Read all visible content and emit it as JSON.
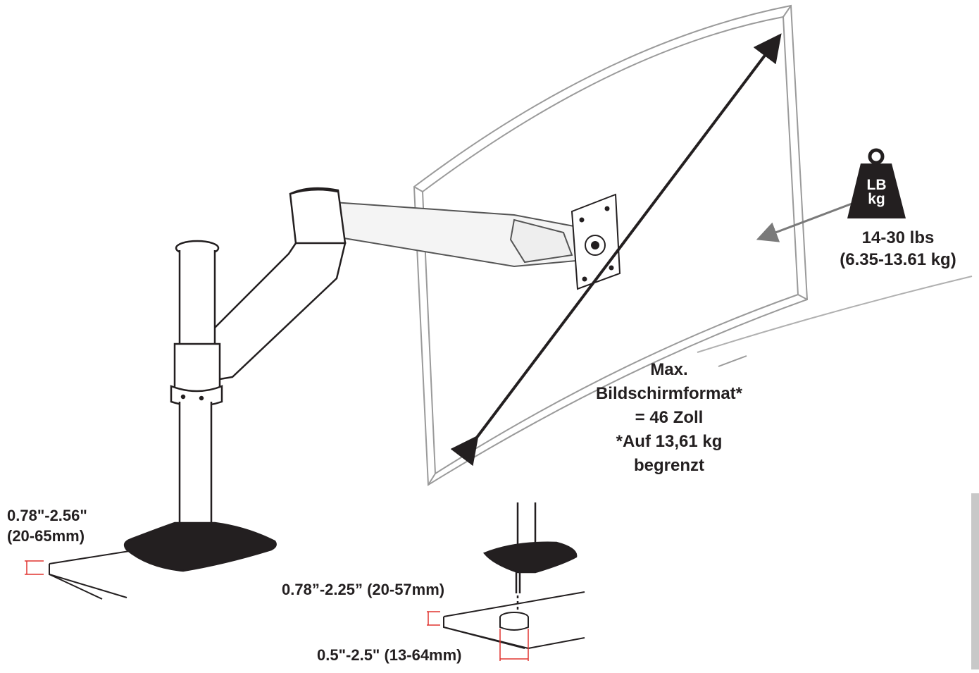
{
  "weight": {
    "icon_label_top": "LB",
    "icon_label_bottom": "kg",
    "range_lbs": "14-30 lbs",
    "range_kg": "(6.35-13.61 kg)"
  },
  "screen_size": {
    "line1": "Max.",
    "line2": "Bildschirmformat*",
    "line3": "= 46 Zoll",
    "line4": "*Auf 13,61 kg",
    "line5": "begrenzt"
  },
  "desk_clamp": {
    "line1": "0.78\"-2.56\"",
    "line2": "(20-65mm)"
  },
  "grommet": {
    "thickness": "0.78”-2.25” (20-57mm)",
    "hole": "0.5\"-2.5\" (13-64mm)"
  },
  "colors": {
    "line": "#231f20",
    "monitor": "#9a9a9a",
    "dimension": "#e0332f",
    "accent_gray": "#7a7a7a"
  }
}
